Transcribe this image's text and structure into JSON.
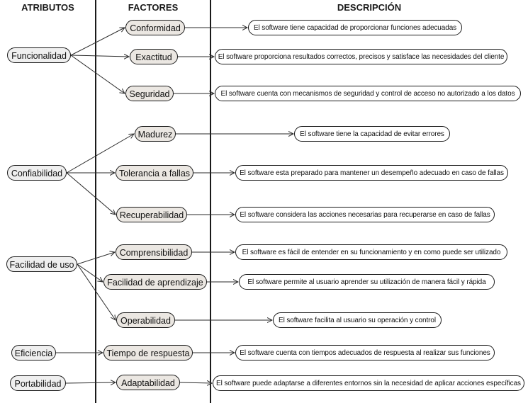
{
  "headers": {
    "attributes": "ATRIBUTOS",
    "factors": "FACTORES",
    "description": "DESCRIPCIÓN"
  },
  "attributes": [
    {
      "label": "Funcionalidad"
    },
    {
      "label": "Confiabilidad"
    },
    {
      "label": "Facilidad de uso"
    },
    {
      "label": "Eficiencia"
    },
    {
      "label": "Portabilidad"
    }
  ],
  "factors": [
    {
      "label": "Conformidad",
      "attribute": 0,
      "description": "El software tiene capacidad de proporcionar funciones adecuadas"
    },
    {
      "label": "Exactitud",
      "attribute": 0,
      "description": "El software proporciona resultados correctos, precisos y satisface las necesidades del cliente"
    },
    {
      "label": "Seguridad",
      "attribute": 0,
      "description": "El software cuenta con mecanismos de seguridad y control de acceso no autorizado a los datos"
    },
    {
      "label": "Madurez",
      "attribute": 1,
      "description": "El software tiene la capacidad de evitar errores"
    },
    {
      "label": "Tolerancia a fallas",
      "attribute": 1,
      "description": "El software esta preparado para mantener un desempeño adecuado en caso de fallas"
    },
    {
      "label": "Recuperabilidad",
      "attribute": 1,
      "description": "El software considera las acciones necesarias para recuperarse en caso de fallas"
    },
    {
      "label": "Comprensibilidad",
      "attribute": 2,
      "description": "El software es fácil de entender en su funcionamiento y en como puede ser utilizado"
    },
    {
      "label": "Facilidad de aprendizaje",
      "attribute": 2,
      "description": "El software permite al usuario aprender su utilización de manera fácil y rápida"
    },
    {
      "label": "Operabilidad",
      "attribute": 2,
      "description": "El software facilita al usuario su operación y control"
    },
    {
      "label": "Tiempo de respuesta",
      "attribute": 3,
      "description": "El software cuenta con tiempos adecuados de respuesta al realizar sus funciones"
    },
    {
      "label": "Adaptabilidad",
      "attribute": 4,
      "description": "El software puede adaptarse a diferentes entornos sin la necesidad de aplicar acciones específicas"
    }
  ],
  "colors": {
    "line": "#1a1a1a",
    "attribute_fill": "#efefef",
    "factor_fill": "#ebe7e2",
    "description_fill": "#ffffff"
  }
}
